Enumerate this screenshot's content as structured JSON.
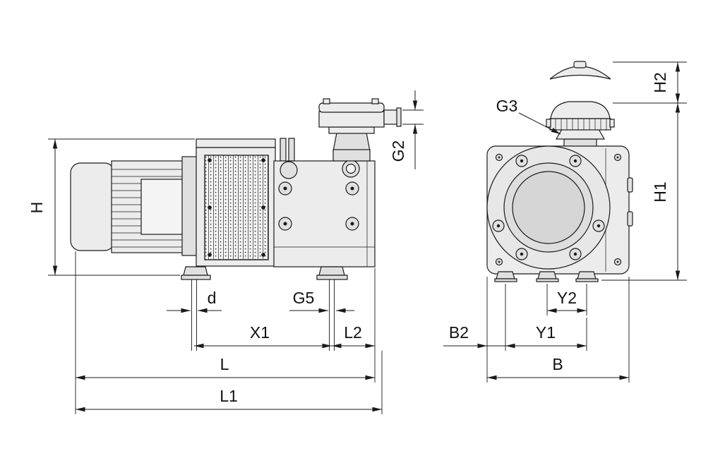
{
  "drawing": {
    "colors": {
      "line": "#1a1a1a",
      "fill_light": "#ececec",
      "fill_mid": "#e0e0e0",
      "background": "#ffffff"
    },
    "side_view": {
      "labels": {
        "H": "H",
        "G2": "G2",
        "d": "d",
        "G5": "G5",
        "X1": "X1",
        "L2": "L2",
        "L": "L",
        "L1": "L1"
      }
    },
    "front_view": {
      "labels": {
        "G3": "G3",
        "H2": "H2",
        "H1": "H1",
        "Y2": "Y2",
        "Y1": "Y1",
        "B2": "B2",
        "B": "B"
      }
    }
  }
}
